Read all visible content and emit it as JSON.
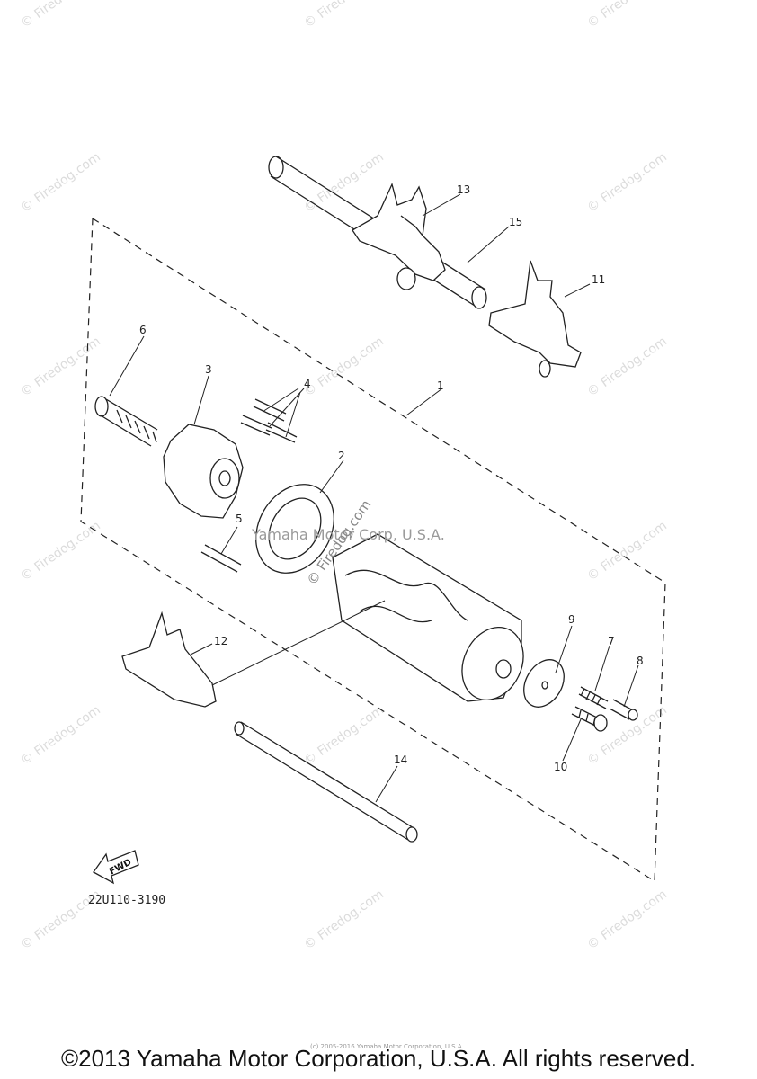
{
  "watermark": "© Firedog.com",
  "diagram_watermark": "Yamaha Motor Corp, U.S.A.",
  "diagram_firedog": "© Firedog.com",
  "part_code": "22U110-3190",
  "fwd_label": "FWD",
  "tiny_copyright": "(c) 2005-2016 Yamaha Motor Corporation, U.S.A.",
  "footer": "©2013 Yamaha Motor Corporation, U.S.A. All rights reserved.",
  "callouts": {
    "c1": "1",
    "c2": "2",
    "c3": "3",
    "c4": "4",
    "c5": "5",
    "c6": "6",
    "c7": "7",
    "c8": "8",
    "c9": "9",
    "c10": "10",
    "c11": "11",
    "c12": "12",
    "c13": "13",
    "c14": "14",
    "c15": "15"
  }
}
